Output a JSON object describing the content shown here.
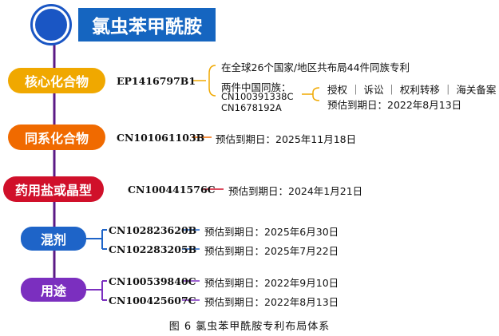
{
  "title": "氯虫苯甲酰胺",
  "caption": "图 6  氯虫苯甲酰胺专利布局体系",
  "colors": {
    "title_bg": "#1565c0",
    "trunk": "#5b1a86",
    "core": "#f0a800",
    "analog": "#f06a00",
    "salt": "#d0102a",
    "mix": "#1e64c8",
    "use": "#7b2fbf"
  },
  "categories": [
    {
      "label": "核心化合物",
      "patents": [
        {
          "number": "EP1416797B1",
          "family_note": "在全球26个国家/地区共布局44件同族专利",
          "china_family_label": "两件中国同族：",
          "china_family_numbers": [
            "CN100391338C",
            "CN1678192A"
          ],
          "statuses": "授权 ｜ 诉讼 ｜ 权利转移 ｜ 海关备案",
          "expiry": "预估到期日：2022年8月13日"
        }
      ]
    },
    {
      "label": "同系化合物",
      "patents": [
        {
          "number": "CN101061103B",
          "expiry": "预估到期日：2025年11月18日"
        }
      ]
    },
    {
      "label": "药用盐或晶型",
      "patents": [
        {
          "number": "CN100441576C",
          "expiry": "预估到期日：2024年1月21日"
        }
      ]
    },
    {
      "label": "混剂",
      "patents": [
        {
          "number": "CN102823620B",
          "expiry": "预估到期日：2025年6月30日"
        },
        {
          "number": "CN102283205B",
          "expiry": "预估到期日：2025年7月22日"
        }
      ]
    },
    {
      "label": "用途",
      "patents": [
        {
          "number": "CN100539840C",
          "expiry": "预估到期日：2022年9月10日"
        },
        {
          "number": "CN100425607C",
          "expiry": "预估到期日：2022年8月13日"
        }
      ]
    }
  ]
}
